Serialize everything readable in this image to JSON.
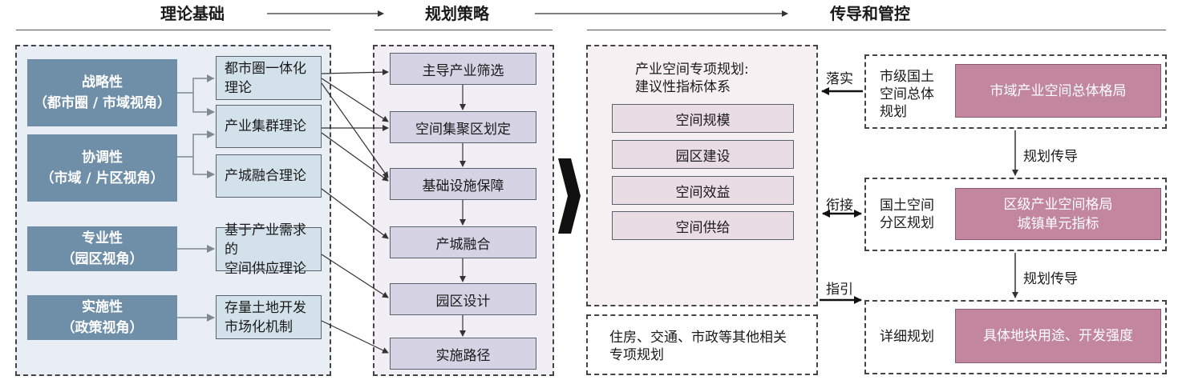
{
  "headers": {
    "theory": "理论基础",
    "strategy": "规划策略",
    "transmission": "传导和管控"
  },
  "perspectives": [
    {
      "title": "战略性",
      "sub": "（都市圈 / 市域视角）"
    },
    {
      "title": "协调性",
      "sub": "（市域 / 片区视角）"
    },
    {
      "title": "专业性",
      "sub": "（园区视角）"
    },
    {
      "title": "实施性",
      "sub": "（政策视角）"
    }
  ],
  "theories": [
    {
      "l1": "都市圈一体化",
      "l2": "理论"
    },
    {
      "l1": "产业集群理论",
      "l2": ""
    },
    {
      "l1": "产城融合理论",
      "l2": ""
    },
    {
      "l1": "基于产业需求的",
      "l2": "空间供应理论"
    },
    {
      "l1": "存量土地开发",
      "l2": "市场化机制"
    }
  ],
  "strategies": [
    "主导产业筛选",
    "空间集聚区划定",
    "基础设施保障",
    "产城融合",
    "园区设计",
    "实施路径"
  ],
  "special_plan": {
    "title_l1": "产业空间专项规划:",
    "title_l2": "建议性指标体系",
    "items": [
      "空间规模",
      "园区建设",
      "空间效益",
      "空间供给"
    ]
  },
  "other_plans": {
    "l1": "住房、交通、市政等其他相关",
    "l2": "专项规划"
  },
  "relations": [
    "落实",
    "衔接",
    "指引"
  ],
  "levels": [
    {
      "name": [
        "市级国土",
        "空间总体",
        "规划"
      ],
      "content": [
        "市域产业空间总体格局"
      ]
    },
    {
      "name": [
        "国土空间",
        "分区规划"
      ],
      "content": [
        "区级产业空间格局",
        "城镇单元指标"
      ]
    },
    {
      "name": [
        "详细规划"
      ],
      "content": [
        "具体地块用途、开发强度"
      ]
    }
  ],
  "guides": [
    "规划传导",
    "规划传导"
  ]
}
